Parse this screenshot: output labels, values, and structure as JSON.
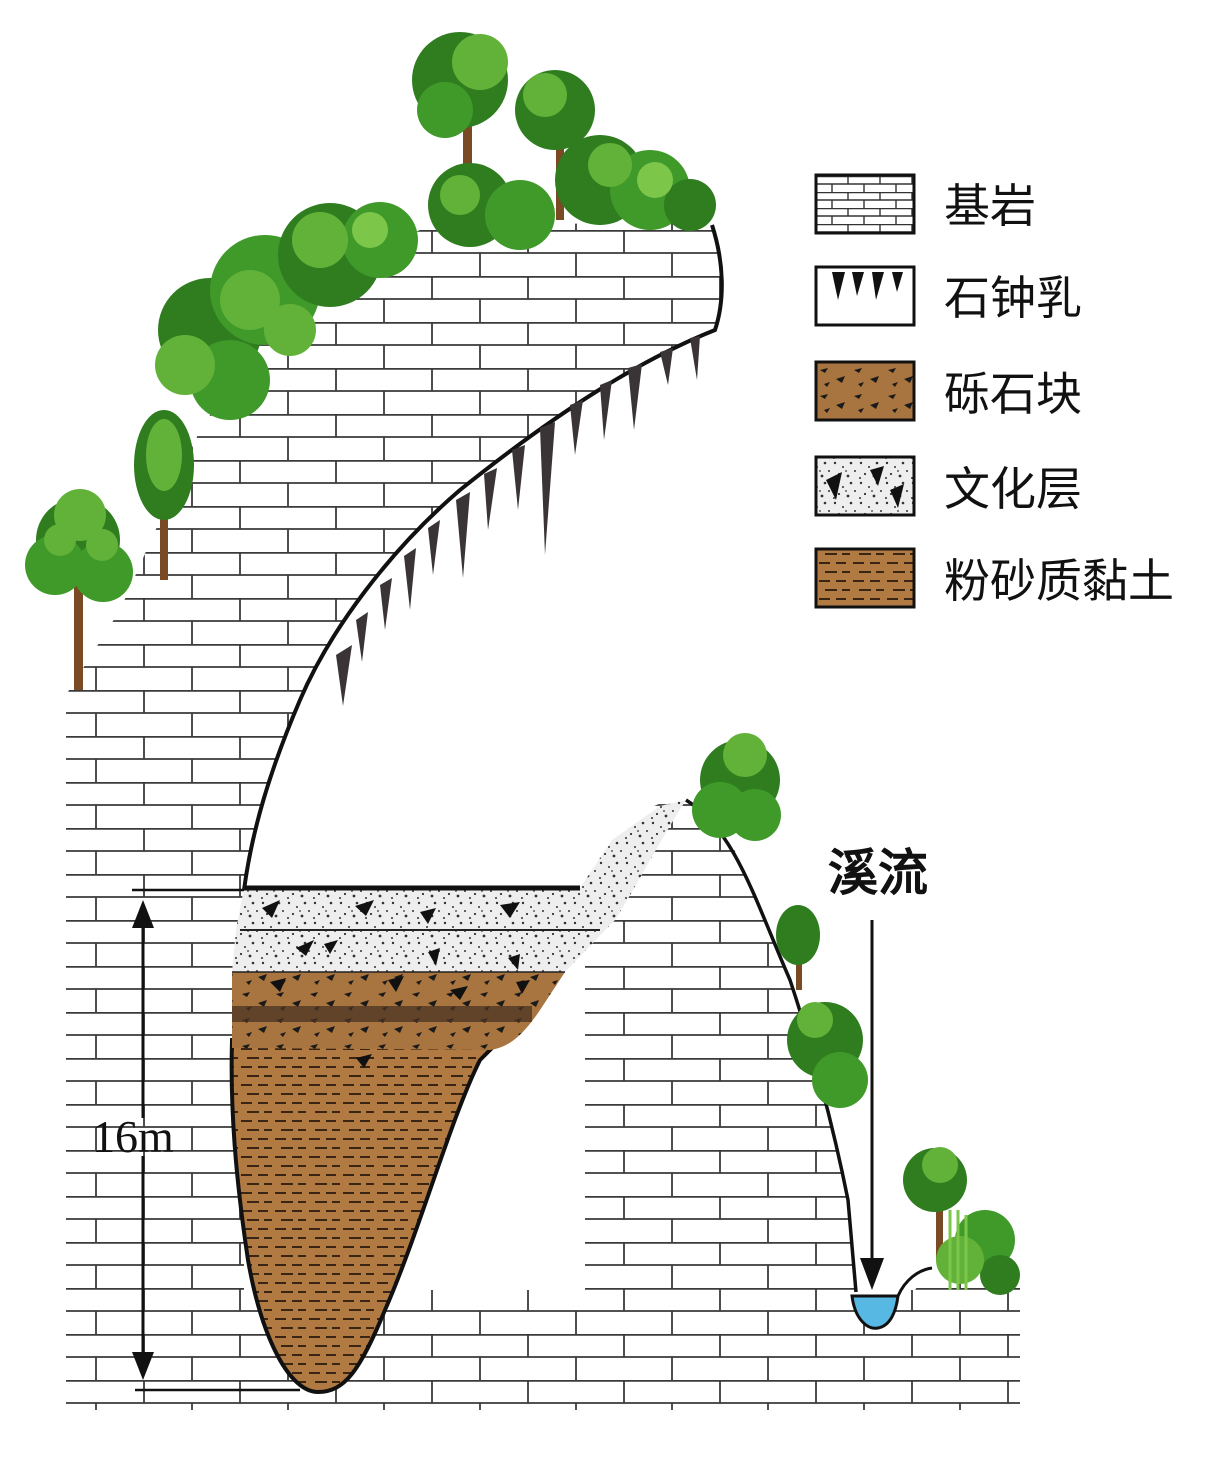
{
  "legend": {
    "items": [
      {
        "key": "bedrock",
        "label": "基岩"
      },
      {
        "key": "stalactite",
        "label": "石钟乳"
      },
      {
        "key": "gravel",
        "label": "砾石块"
      },
      {
        "key": "cultural_layer",
        "label": "文化层"
      },
      {
        "key": "silty_clay",
        "label": "粉砂质黏土"
      }
    ]
  },
  "annotations": {
    "depth_label": "16m",
    "stream_label": "溪流"
  },
  "colors": {
    "brick_line": "#3a3a3a",
    "silty_clay": "#b27a43",
    "gravel_fill": "#a8743f",
    "cultural_bg": "#eeeeee",
    "foliage_dark": "#2f7d1f",
    "foliage_light": "#62b23a",
    "trunk": "#7a4a25",
    "water": "#56b8e3",
    "stalactite": "#3b3436"
  }
}
